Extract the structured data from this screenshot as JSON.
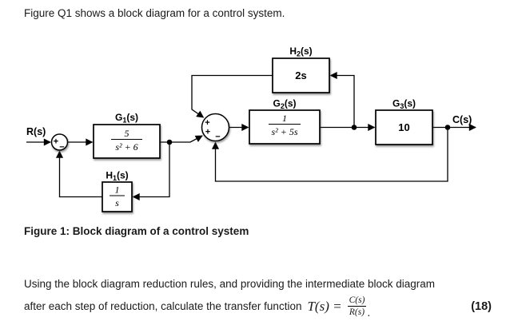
{
  "page": {
    "intro": "Figure Q1 shows a block diagram for a control system.",
    "caption": "Figure 1: Block diagram of a control system",
    "body_line1": "Using the block diagram reduction rules, and providing the intermediate block diagram",
    "body_line2": "after each step of reduction, calculate the transfer function",
    "equation": {
      "lhs": "T(s) =",
      "numerator": "C(s)",
      "denominator": "R(s)",
      "period": "."
    },
    "marks": "(18)"
  },
  "diagram": {
    "input_label": "R(s)",
    "output_label": "C(s)",
    "blocks": {
      "g1": {
        "base": "G",
        "sub": "1",
        "arg": "(s)",
        "numerator": "5",
        "denominator": "s² + 6"
      },
      "g2": {
        "base": "G",
        "sub": "2",
        "arg": "(s)",
        "numerator": "1",
        "denominator": "s² + 5s"
      },
      "g3": {
        "base": "G",
        "sub": "3",
        "arg": "(s)",
        "value": "10"
      },
      "h1": {
        "base": "H",
        "sub": "1",
        "arg": "(s)",
        "numerator": "1",
        "denominator": "s"
      },
      "h2": {
        "base": "H",
        "sub": "2",
        "arg": "(s)",
        "value": "2s"
      }
    },
    "sum1": {
      "left_sign": "+",
      "bottom_sign": "−"
    },
    "sum2": {
      "top_sign": "+",
      "left_sign": "+",
      "bottom_sign": "−"
    }
  },
  "colors": {
    "ink": "#000000",
    "background": "#ffffff"
  }
}
